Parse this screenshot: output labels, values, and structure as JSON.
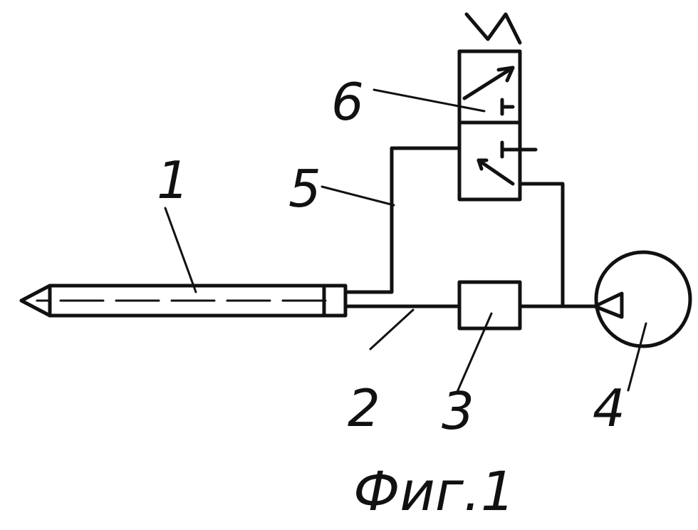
{
  "labels": {
    "tube": "1",
    "line_main": "2",
    "block_unit": "3",
    "round_unit": "4",
    "line_branch": "5",
    "valve": "6"
  },
  "caption": "Фиг.1"
}
